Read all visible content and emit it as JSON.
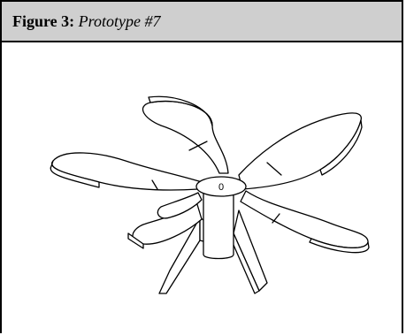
{
  "figure": {
    "label": "Figure 3:",
    "caption": "Prototype #7",
    "hub_text": "0"
  },
  "image": {
    "subject": "fan-blade-drawing-icon"
  },
  "colors": {
    "header_bg": "#cfcfcf",
    "border": "#000000",
    "background": "#ffffff"
  }
}
